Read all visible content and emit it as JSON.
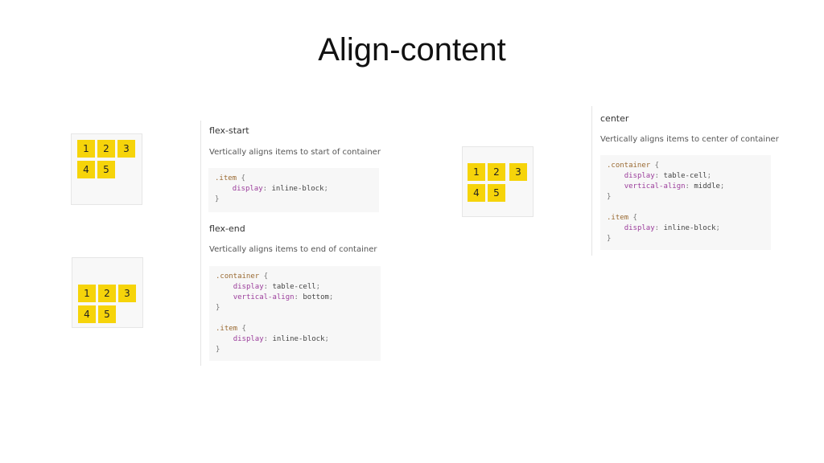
{
  "title": "Align-content",
  "tile_labels": [
    "1",
    "2",
    "3",
    "4",
    "5"
  ],
  "colors": {
    "tile": "#f6d40a",
    "code_bg": "#f7f7f7",
    "selector": "#9a6a32",
    "property": "#9b3d9b"
  },
  "sections": {
    "flex_start": {
      "heading": "flex-start",
      "description": "Vertically aligns items to start of container",
      "code": [
        {
          "sel": ".item {"
        },
        {
          "prop": "display",
          "val": "inline-block"
        },
        {
          "close": "}"
        }
      ]
    },
    "flex_end": {
      "heading": "flex-end",
      "description": "Vertically aligns items to end of container",
      "code": [
        {
          "sel": ".container {"
        },
        {
          "prop": "display",
          "val": "table-cell"
        },
        {
          "prop": "vertical-align",
          "val": "bottom"
        },
        {
          "close": "}"
        },
        {
          "blank": ""
        },
        {
          "sel": ".item {"
        },
        {
          "prop": "display",
          "val": "inline-block"
        },
        {
          "close": "}"
        }
      ]
    },
    "center": {
      "heading": "center",
      "description": "Vertically aligns items to center of container",
      "code": [
        {
          "sel": ".container {"
        },
        {
          "prop": "display",
          "val": "table-cell"
        },
        {
          "prop": "vertical-align",
          "val": "middle"
        },
        {
          "close": "}"
        },
        {
          "blank": ""
        },
        {
          "sel": ".item {"
        },
        {
          "prop": "display",
          "val": "inline-block"
        },
        {
          "close": "}"
        }
      ]
    }
  }
}
